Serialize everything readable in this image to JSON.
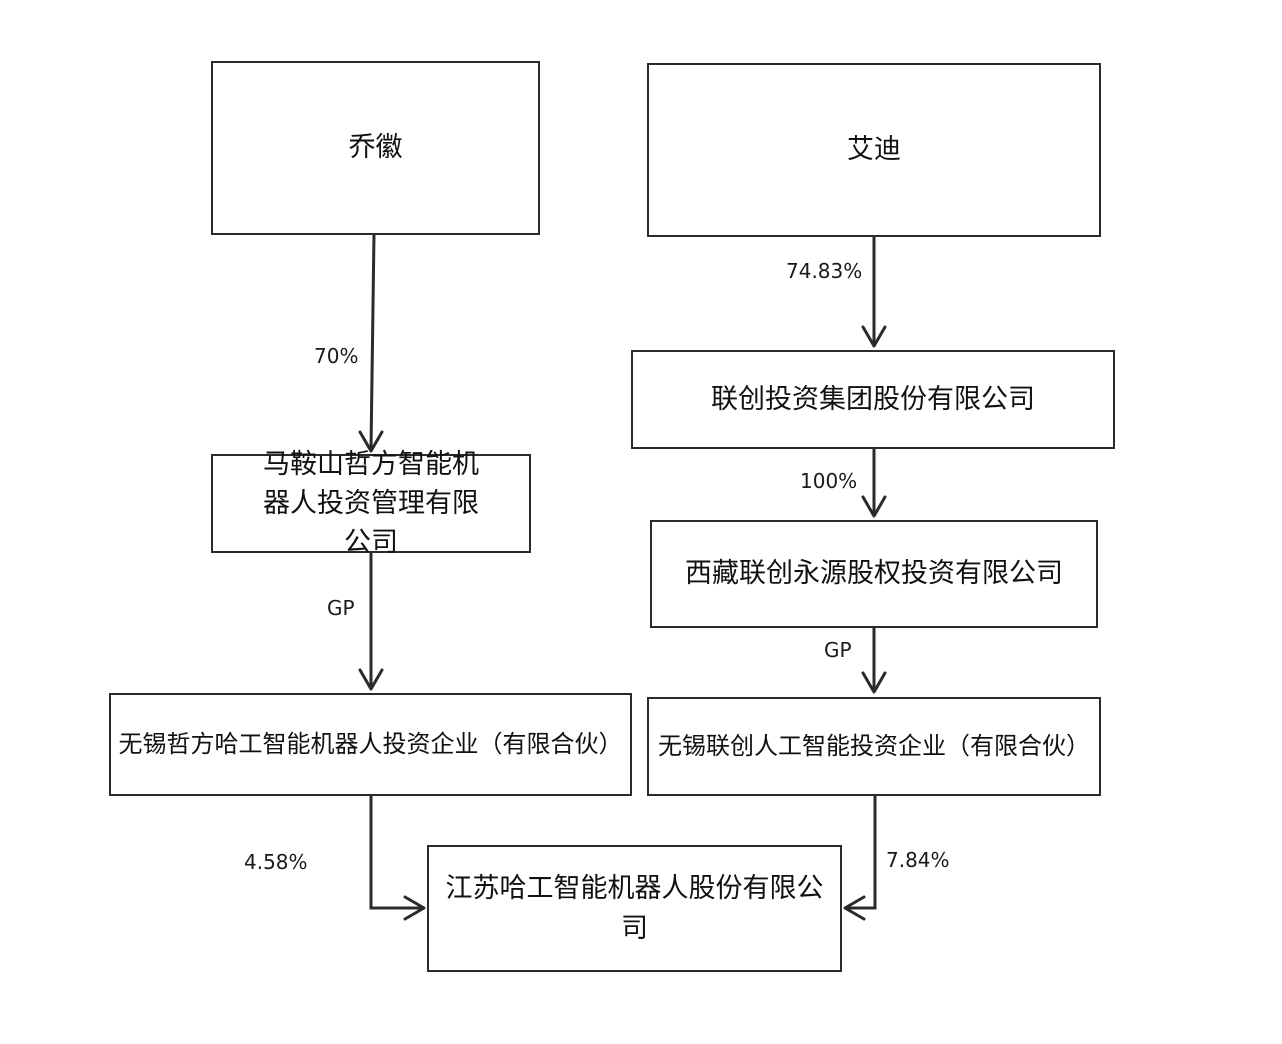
{
  "nodes": {
    "qiao_hui": "乔徽",
    "ai_di": "艾迪",
    "lianchuang_group": "联创投资集团股份有限公司",
    "maanshan_zhefang": "马鞍山哲方智能机器人投资管理有限公司",
    "xizang_lianchuang": "西藏联创永源股权投资有限公司",
    "wuxi_zhefang": "无锡哲方哈工智能机器人投资企业（有限合伙）",
    "wuxi_lianchuang": "无锡联创人工智能投资企业（有限合伙）",
    "jiangsu_hagong": "江苏哈工智能机器人股份有限公司"
  },
  "edges": {
    "qiao_to_maanshan": "70%",
    "aidi_to_group": "74.83%",
    "group_to_xizang": "100%",
    "maanshan_to_wuxi_zhefang": "GP",
    "xizang_to_wuxi_lianchuang": "GP",
    "wuxi_zhefang_to_jiangsu": "4.58%",
    "wuxi_lianchuang_to_jiangsu": "7.84%"
  }
}
